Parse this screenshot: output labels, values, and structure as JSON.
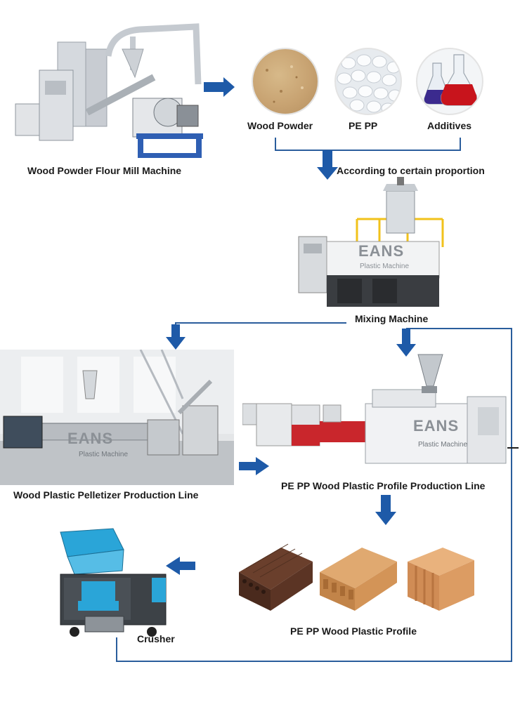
{
  "labels": {
    "flour_mill": "Wood Powder Flour Mill Machine",
    "wood_powder": "Wood Powder",
    "pe_pp": "PE PP",
    "additives": "Additives",
    "proportion": "According to certain proportion",
    "mixing": "Mixing Machine",
    "pelletizer": "Wood Plastic Pelletizer Production Line",
    "profile_line": "PE PP Wood Plastic Profile Production Line",
    "crusher": "Crusher",
    "profile": "PE PP Wood Plastic Profile"
  },
  "watermark": {
    "brand": "EANS",
    "tagline": "Plastic Machine"
  },
  "colors": {
    "arrow": "#1e5aa8",
    "line": "#2a5d9c",
    "machine_blue": "#2f5fb3",
    "crusher_blue": "#2aa5d8",
    "extruder_red": "#c9262c",
    "wpc_dark": "#5b3424",
    "wpc_light": "#d9a066"
  }
}
